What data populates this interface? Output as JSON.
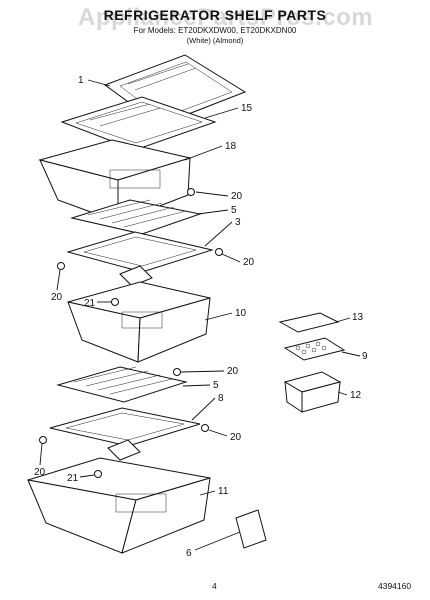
{
  "watermark": "AppliancePartsPros.com",
  "header": {
    "title": "REFRIGERATOR SHELF PARTS",
    "models": "For Models: ET20DKXDW00, ET20DKXDN00",
    "colors": "(White)     (Almond)"
  },
  "footer": {
    "page_number": "4",
    "document_number": "4394160"
  },
  "callouts": [
    "1",
    "15",
    "18",
    "20",
    "5",
    "3",
    "20",
    "20",
    "21",
    "10",
    "13",
    "9",
    "12",
    "20",
    "5",
    "8",
    "20",
    "20",
    "21",
    "11",
    "6"
  ]
}
